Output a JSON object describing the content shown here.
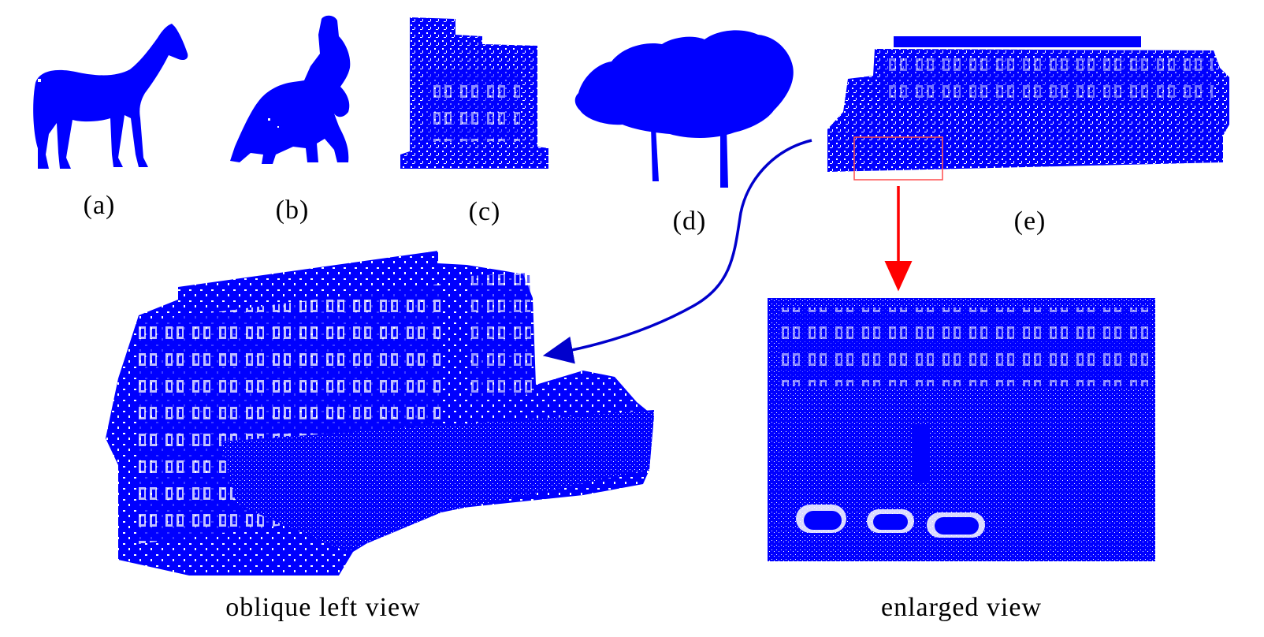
{
  "panels": {
    "a": {
      "label": "(a)",
      "subject": "horse"
    },
    "b": {
      "label": "(b)",
      "subject": "elephant with rider"
    },
    "c": {
      "label": "(c)",
      "subject": "building"
    },
    "d": {
      "label": "(d)",
      "subject": "tree"
    },
    "e": {
      "label": "(e)",
      "subject": "street scene"
    }
  },
  "views": {
    "oblique": {
      "label": "oblique left view"
    },
    "enlarged": {
      "label": "enlarged view"
    }
  },
  "colors": {
    "points": "#0000ff",
    "highlight_box": "#ff4d4d",
    "arrow_blue": "#0000cc",
    "arrow_red": "#ff0000"
  }
}
